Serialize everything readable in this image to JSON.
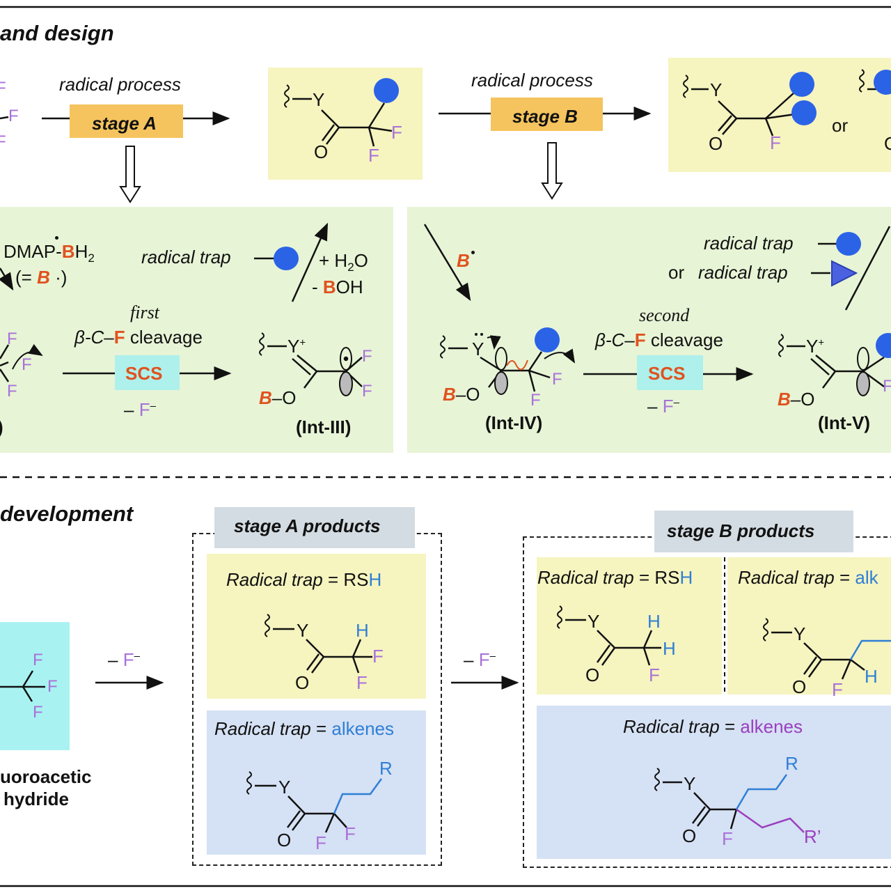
{
  "section_a": {
    "title": "and design"
  },
  "section_b": {
    "title": "development"
  },
  "top_row": {
    "radical_process_1": "radical process",
    "stage_a": "stage A",
    "radical_process_2": "radical process",
    "stage_b": "stage B",
    "or": "or"
  },
  "panel_a": {
    "dmap": "DMAP-",
    "b_atom": "B",
    "h2": "H",
    "sub2": "2",
    "eq_open": "(= ",
    "eq_close": " ·)",
    "radical_trap": "radical trap",
    "plus_h2o_pre": "+ H",
    "plus_h2o_post": "O",
    "minus": "- ",
    "boh_b": "B",
    "boh_rest": "OH",
    "first": "first",
    "beta_c": "β-C–",
    "f": "F",
    "cleavage": " cleavage",
    "scs": "SCS",
    "minus_f": "– ",
    "f_minus": "F",
    "charge_minus": "–",
    "paren": ")",
    "int_label": "(Int-III)"
  },
  "panel_b": {
    "b_radical": "B",
    "radical_trap_1": "radical trap",
    "or": "or",
    "radical_trap_2": "radical trap",
    "second": "second",
    "beta_c": "β-C–",
    "f": "F",
    "cleavage": " cleavage",
    "scs": "SCS",
    "minus_f": "– ",
    "f_minus": "F",
    "charge_minus": "–",
    "int_iv": "(Int-IV)",
    "int_v": "(Int-V)"
  },
  "atoms": {
    "F": "F",
    "Y": "Y",
    "O": "O",
    "H": "H",
    "R": "R",
    "R_prime": "R’",
    "B": "B",
    "plus": "+",
    "minus_dash": "–"
  },
  "development": {
    "reagent_line1": "uoroacetic",
    "reagent_line2": "hydride",
    "minus_f_1": "– ",
    "minus_f_2": "– ",
    "stage_a_products": "stage A products",
    "stage_b_products": "stage B products",
    "radical_trap_label": "Radical trap",
    "equals": " = ",
    "rs": "RS",
    "h": "H",
    "alkenes": "alkenes",
    "alk_cut": "alk"
  },
  "colors": {
    "fluorine": "#a872d8",
    "boron": "#e0521e",
    "trap_dot": "#2b63e6",
    "alkene_blue": "#2f7fd6",
    "alkene_purple": "#9a3fc0",
    "stage_box": "#f5c45e",
    "scs_box": "#aef0ec"
  }
}
